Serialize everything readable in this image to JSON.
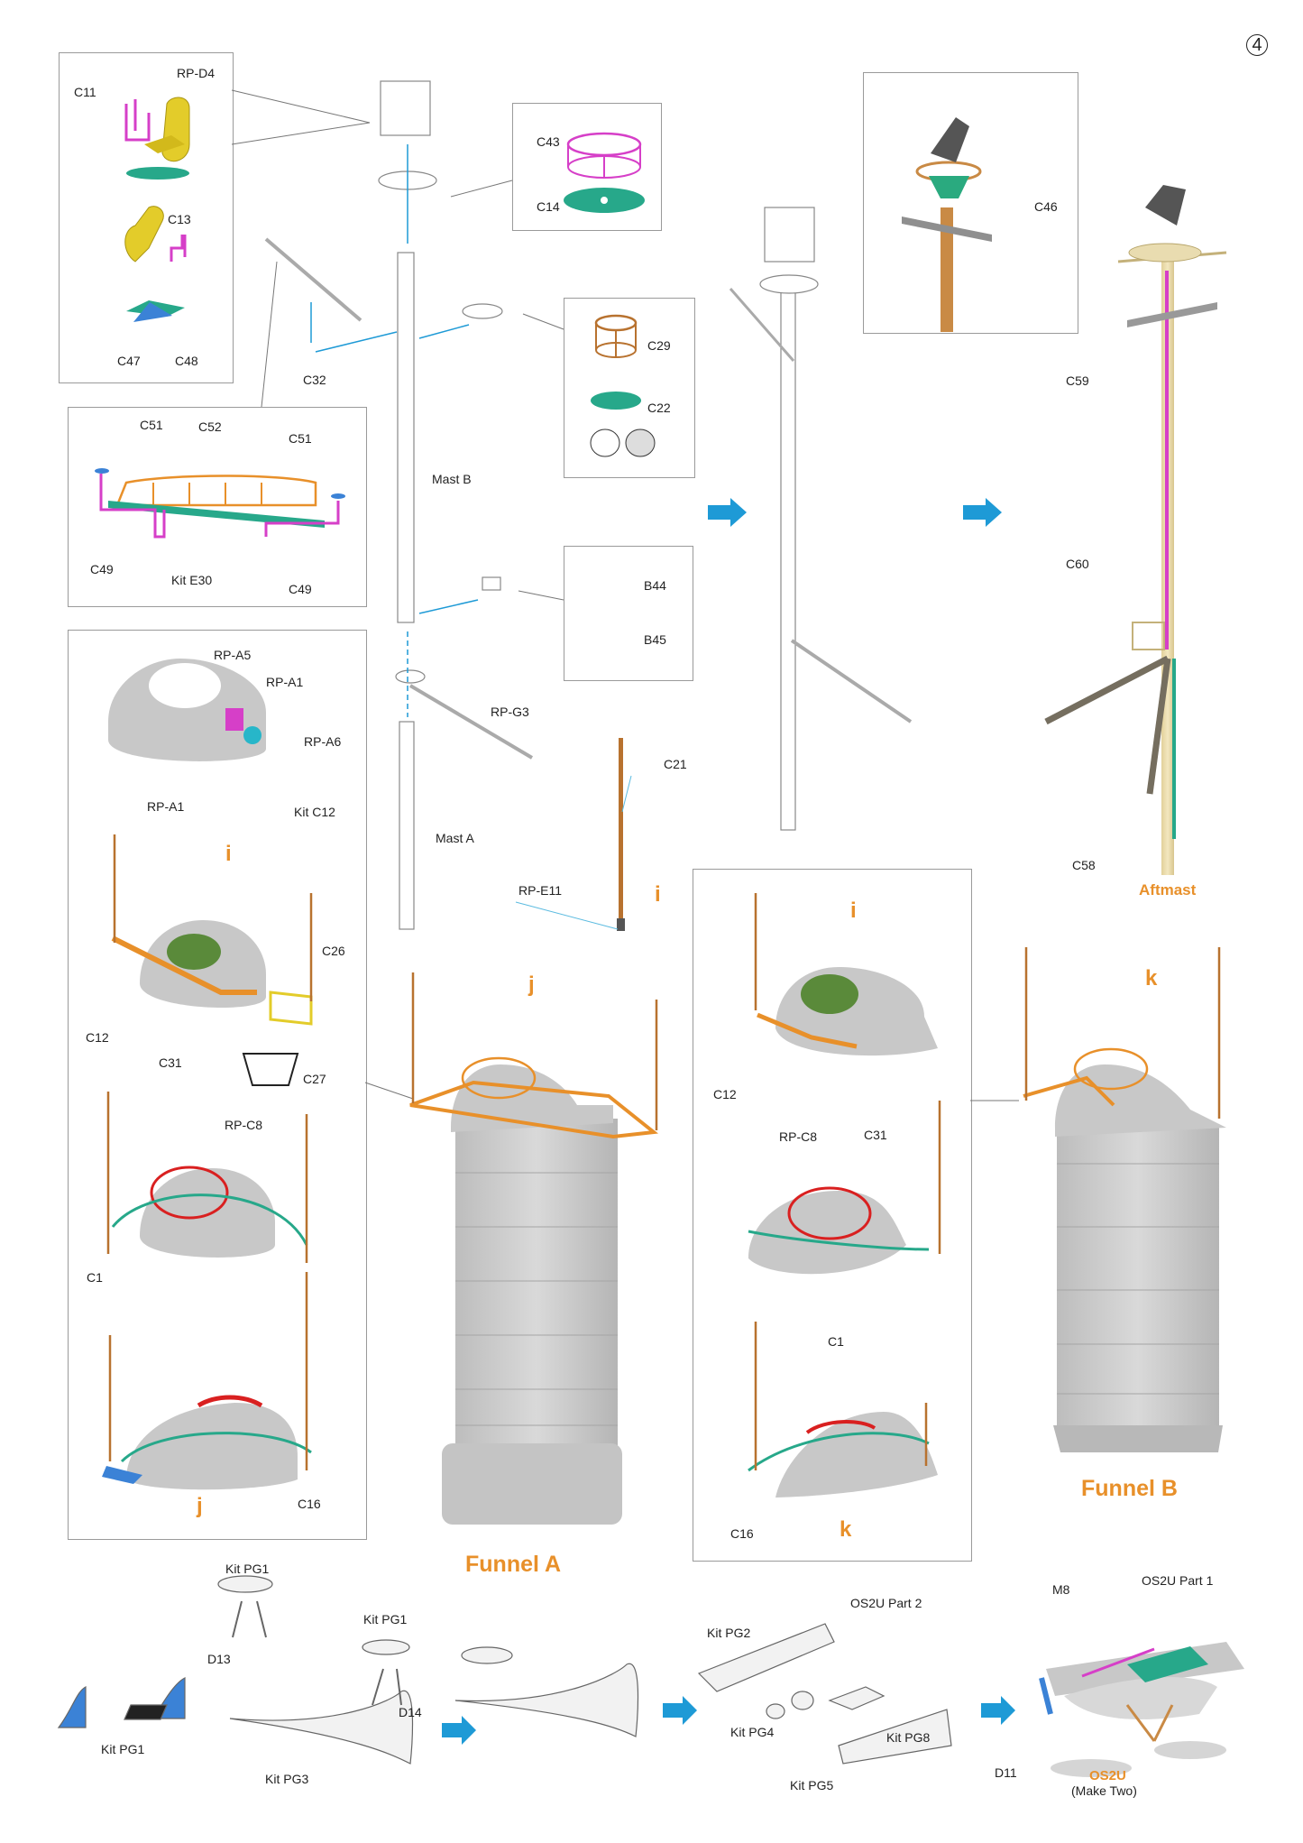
{
  "step_number": "4",
  "labels": {
    "c11": "C11",
    "rpd4": "RP-D4",
    "c13": "C13",
    "c47": "C47",
    "c48": "C48",
    "c43": "C43",
    "c14": "C14",
    "c32": "C32",
    "c29": "C29",
    "c22": "C22",
    "c51a": "C51",
    "c52": "C52",
    "c51b": "C51",
    "c49a": "C49",
    "kite30": "Kit E30",
    "c49b": "C49",
    "mastb": "Mast B",
    "b44": "B44",
    "b45": "B45",
    "rpg3": "RP-G3",
    "c21": "C21",
    "masta": "Mast A",
    "rpe11": "RP-E11",
    "c46": "C46",
    "c59": "C59",
    "c60": "C60",
    "c58": "C58",
    "rpa5": "RP-A5",
    "rpa1a": "RP-A1",
    "rpa6": "RP-A6",
    "rpa1b": "RP-A1",
    "kitc12": "Kit C12",
    "c26": "C26",
    "c12a": "C12",
    "c31a": "C31",
    "c27": "C27",
    "rpc8a": "RP-C8",
    "c1a": "C1",
    "c16a": "C16",
    "c12b": "C12",
    "c31b": "C31",
    "rpc8b": "RP-C8",
    "c1b": "C1",
    "c16b": "C16",
    "kitpg1a": "Kit PG1",
    "kitpg1b": "Kit PG1",
    "kitpg1c": "Kit PG1",
    "d13": "D13",
    "d14": "D14",
    "kitpg3": "Kit PG3",
    "kitpg2": "Kit PG2",
    "os2upart2": "OS2U Part 2",
    "kitpg4": "Kit PG4",
    "kitpg5": "Kit PG5",
    "kitpg8": "Kit PG8",
    "m8": "M8",
    "os2upart1": "OS2U Part 1",
    "d11": "D11",
    "maketwo": "(Make Two)"
  },
  "callouts": {
    "i1": "i",
    "i2": "i",
    "i3": "i",
    "j1": "j",
    "j2": "j",
    "k1": "k",
    "k2": "k"
  },
  "titles": {
    "aftmast": "Aftmast",
    "funnel_a": "Funnel A",
    "funnel_b": "Funnel B",
    "os2u": "OS2U"
  },
  "colors": {
    "orange": "#e8902a",
    "blue_arrow": "#1e9ad6",
    "magenta": "#d63fc8",
    "teal": "#27a88a",
    "yellow": "#e3cc2a",
    "grey_part": "#cfcfcf",
    "brown": "#b8722f",
    "red": "#d92020"
  }
}
